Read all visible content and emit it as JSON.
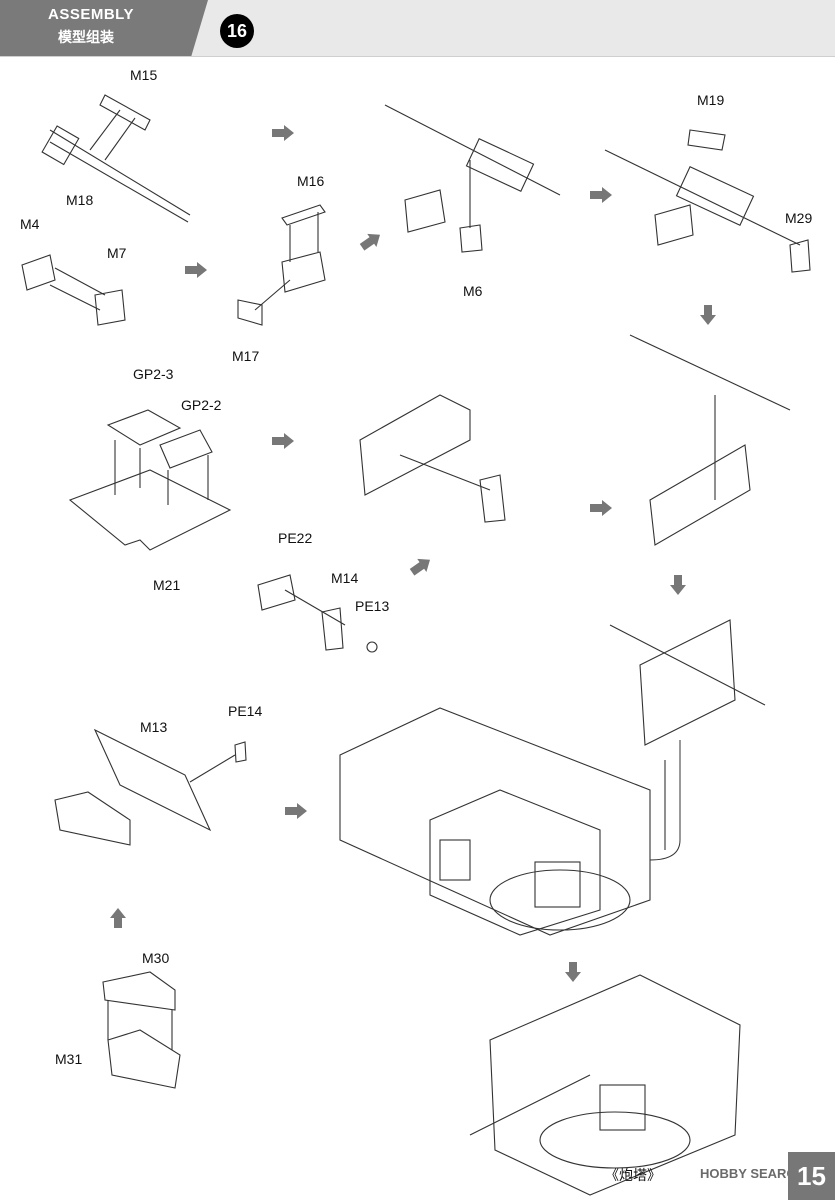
{
  "header": {
    "title": "ASSEMBLY",
    "subtitle": "模型组装",
    "step_number": "16"
  },
  "labels": {
    "m15": "M15",
    "m18": "M18",
    "m4": "M4",
    "m7": "M7",
    "m16": "M16",
    "m17": "M17",
    "m6": "M6",
    "m19": "M19",
    "m29": "M29",
    "gp2_3": "GP2-3",
    "gp2_2": "GP2-2",
    "m21": "M21",
    "pe22": "PE22",
    "m14": "M14",
    "pe13": "PE13",
    "m13": "M13",
    "pe14": "PE14",
    "m30": "M30",
    "m31": "M31"
  },
  "footer": {
    "section_title": "《炮塔》",
    "watermark": "HOBBY SEARCH",
    "page_number": "15"
  },
  "icons": {
    "step_arrow": "gray-chevron-arrow-icon",
    "watermark_logo": "hobby-search-logo"
  },
  "colors": {
    "header_tab": "#7a7a7a",
    "header_bar": "#e9e9e9",
    "arrow": "#777777",
    "line_art": "#333333"
  }
}
